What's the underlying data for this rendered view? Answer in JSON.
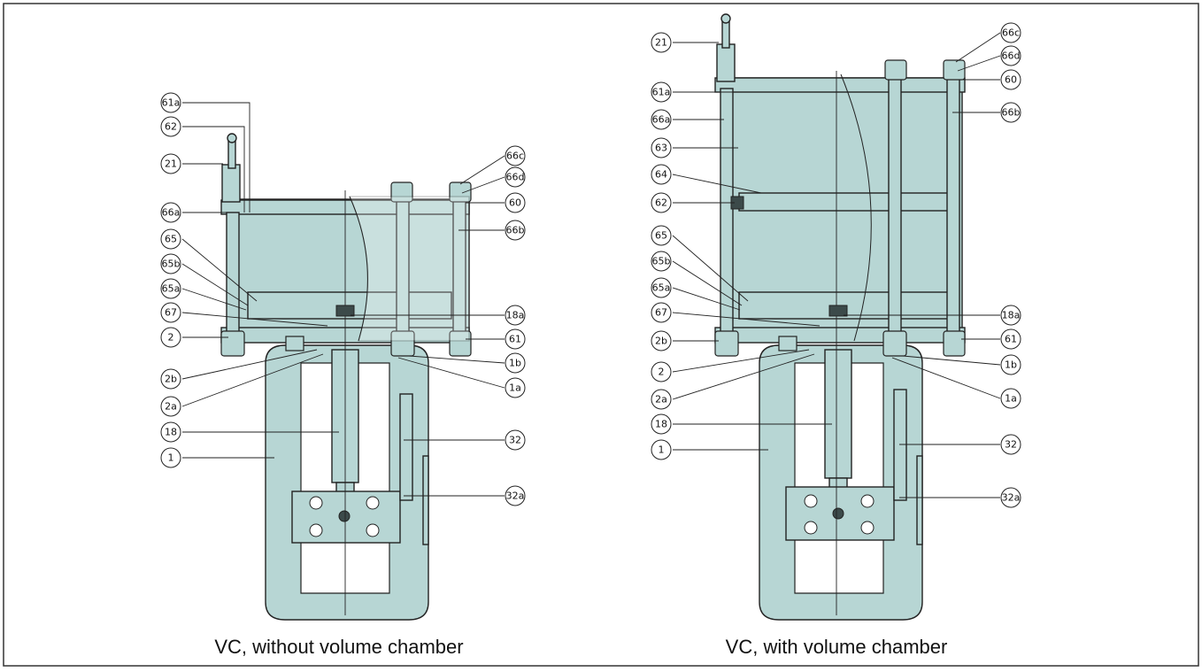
{
  "figures": [
    {
      "caption": "VC, without volume chamber",
      "labels": [
        "61a",
        "62",
        "21",
        "66a",
        "65",
        "65b",
        "65a",
        "67",
        "2",
        "2b",
        "2a",
        "18",
        "1",
        "66c",
        "66d",
        "60",
        "66b",
        "18a",
        "61",
        "1b",
        "1a",
        "32",
        "32a"
      ]
    },
    {
      "caption": "VC, with volume chamber",
      "labels": [
        "21",
        "61a",
        "66a",
        "63",
        "64",
        "62",
        "65",
        "65b",
        "65a",
        "67",
        "2b",
        "2",
        "2a",
        "18",
        "1",
        "66c",
        "66d",
        "60",
        "66b",
        "18a",
        "61",
        "1b",
        "1a",
        "32",
        "32a"
      ]
    }
  ],
  "colors": {
    "body": "#b7d6d4",
    "outline": "#222222",
    "frame": "#333333"
  }
}
